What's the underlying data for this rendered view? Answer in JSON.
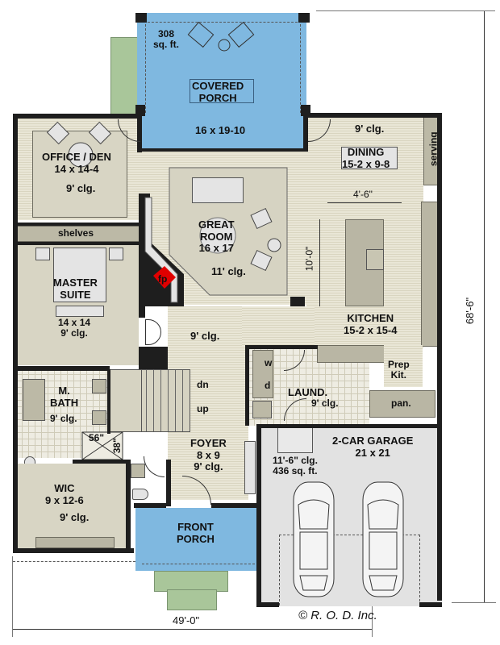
{
  "plan": {
    "copyright": "© R. O. D.  Inc.",
    "overall_width": "49'-0\"",
    "overall_depth": "68'-6\""
  },
  "rooms": {
    "covered_porch": {
      "name_line1": "COVERED",
      "name_line2": "PORCH",
      "size": "16 x 19-10",
      "area_line1": "308",
      "area_line2": "sq. ft."
    },
    "office": {
      "name": "OFFICE / DEN",
      "size": "14 x 14-4",
      "ceiling": "9' clg."
    },
    "shelves": {
      "name": "shelves"
    },
    "great_room": {
      "name_line1": "GREAT",
      "name_line2": "ROOM",
      "size": "16 x 17",
      "ceiling": "11' clg.",
      "fireplace": "fp"
    },
    "dining": {
      "name": "DINING",
      "size": "15-2 x 9-8",
      "ceiling": "9' clg.",
      "serving": "serving",
      "island_clearance": "4'-6\""
    },
    "kitchen": {
      "name": "KITCHEN",
      "size": "15-2 x 15-4",
      "island_length": "10'-0\""
    },
    "master_suite": {
      "name_line1": "MASTER",
      "name_line2": "SUITE",
      "size": "14 x 14",
      "ceiling": "9' clg."
    },
    "hall": {
      "ceiling": "9' clg."
    },
    "master_bath": {
      "name_line1": "M.",
      "name_line2": "BATH",
      "ceiling": "9' clg.",
      "shower_w": "56\"",
      "shower_d": "38\""
    },
    "stairs": {
      "down": "dn",
      "up": "up"
    },
    "laundry": {
      "name": "LAUND.",
      "ceiling": "9' clg.",
      "washer": "w",
      "dryer": "d"
    },
    "prep_kitchen": {
      "name_line1": "Prep",
      "name_line2": "Kit.",
      "pantry": "pan."
    },
    "foyer": {
      "name": "FOYER",
      "size": "8 x 9",
      "ceiling": "9' clg."
    },
    "wic": {
      "name": "WIC",
      "size": "9 x 12-6",
      "ceiling": "9' clg."
    },
    "garage": {
      "name": "2-CAR GARAGE",
      "size": "21 x 21",
      "ceiling": "11'-6\" clg.",
      "area": "436 sq. ft."
    },
    "front_porch": {
      "name_line1": "FRONT",
      "name_line2": "PORCH"
    }
  },
  "colors": {
    "porch": "#7fb8e0",
    "grass": "#a9c69a",
    "wall": "#1e1e1e",
    "fireplace": "#e00000",
    "garage_floor": "#e2e2e2",
    "wood_floor": "#e6e3d2"
  }
}
